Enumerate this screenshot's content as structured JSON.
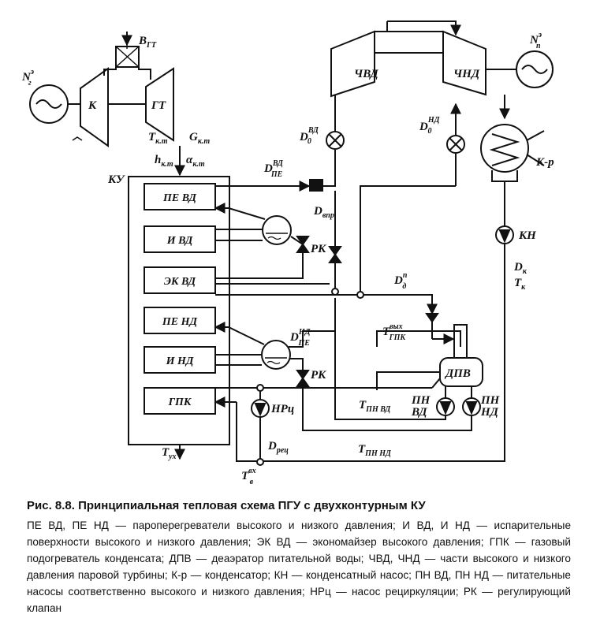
{
  "labels": {
    "b_gt_main": "B",
    "b_gt_sub": "ГТ",
    "n_g_main": "N",
    "n_g_sub": "г",
    "n_g_sup": "э",
    "n_p_main": "N",
    "n_p_sub": "п",
    "n_p_sup": "э",
    "k": "К",
    "gt": "ГТ",
    "chvd": "ЧВД",
    "chnd": "ЧНД",
    "t_kt_main": "T",
    "t_kt_sub": "к.т",
    "g_kt_main": "G",
    "g_kt_sub": "к.т",
    "h_kt_main": "h",
    "h_kt_sub": "к.т",
    "a_kt_main": "α",
    "a_kt_sub": "к.т",
    "ku": "КУ",
    "d_pe_vd_main": "D",
    "d_pe_vd_sub": "ПЕ",
    "d_pe_vd_sup": "ВД",
    "d0_vd_main": "D",
    "d0_vd_sub": "0",
    "d0_vd_sup": "ВД",
    "d0_nd_main": "D",
    "d0_nd_sub": "0",
    "d0_nd_sup": "НД",
    "k_r": "К-р",
    "d_vpr_main": "D",
    "d_vpr_sub": "впр",
    "kn": "КН",
    "dk_main": "D",
    "dk_sub": "к",
    "tk_main": "T",
    "tk_sub": "к",
    "rk1": "РК",
    "rk2": "РК",
    "d_d_main": "D",
    "d_d_sub": "д",
    "d_d_sup": "п",
    "t_gpk_main": "T",
    "t_gpk_sub": "ГПК",
    "t_gpk_sup": "вых",
    "d_pe_nd_main": "D",
    "d_pe_nd_sub": "ПЕ",
    "d_pe_nd_sup": "НД",
    "dpv": "ДПВ",
    "pn_vd_top": "ПН",
    "pn_vd_bot": "ВД",
    "pn_nd_top": "ПН",
    "pn_nd_bot": "НД",
    "t_pn_vd_main": "T",
    "t_pn_vd_sub": "ПН ВД",
    "hrc": "НРц",
    "t_yx_main": "T",
    "t_yx_sub": "ух",
    "d_rec_main": "D",
    "d_rec_sub": "рец",
    "t_pn_nd_main": "T",
    "t_pn_nd_sub": "ПН НД",
    "t_v_main": "T",
    "t_v_sub": "в",
    "t_v_sup": "вх"
  },
  "ku_boxes": [
    "ПЕ ВД",
    "И ВД",
    "ЭК ВД",
    "ПЕ НД",
    "И НД",
    "ГПК"
  ],
  "caption": {
    "title": "Рис. 8.8. Принципиальная тепловая схема ПГУ с двухконтурным КУ",
    "body": "ПЕ ВД, ПЕ НД — пароперегреватели высокого и низкого давления; И ВД, И НД — испарительные поверхности высокого и низкого давления; ЭК ВД — экономайзер высокого давления; ГПК — газовый подогреватель конденсата; ДПВ — деаэратор питательной воды; ЧВД, ЧНД — части высокого и низкого давления паровой турбины; К-р — конденсатор; КН — конденсатный насос; ПН ВД, ПН НД — питательные насосы соответственно высокого и низкого давления; НРц — насос рециркуляции; РК — регулирующий клапан"
  }
}
